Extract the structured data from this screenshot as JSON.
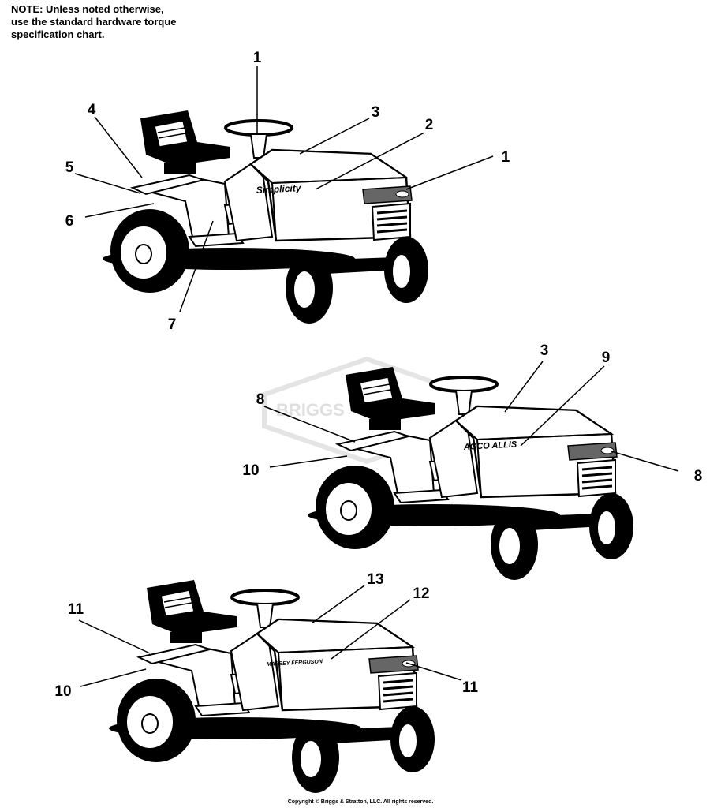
{
  "note": {
    "line1": "NOTE: Unless noted otherwise,",
    "line2": "use the standard hardware torque",
    "line3": "specification chart."
  },
  "tractor_top": {
    "brand": "Simplicity",
    "callouts": [
      "1",
      "2",
      "3",
      "1",
      "4",
      "5",
      "6",
      "7"
    ]
  },
  "tractor_middle": {
    "brand": "AGCO ALLIS",
    "callouts": [
      "3",
      "9",
      "8",
      "8",
      "10"
    ]
  },
  "tractor_bottom": {
    "brand": "MASSEY FERGUSON",
    "callouts": [
      "13",
      "12",
      "11",
      "11",
      "10"
    ]
  },
  "watermark": "BRIGGS",
  "copyright": "Copyright © Briggs & Stratton, LLC. All rights reserved."
}
